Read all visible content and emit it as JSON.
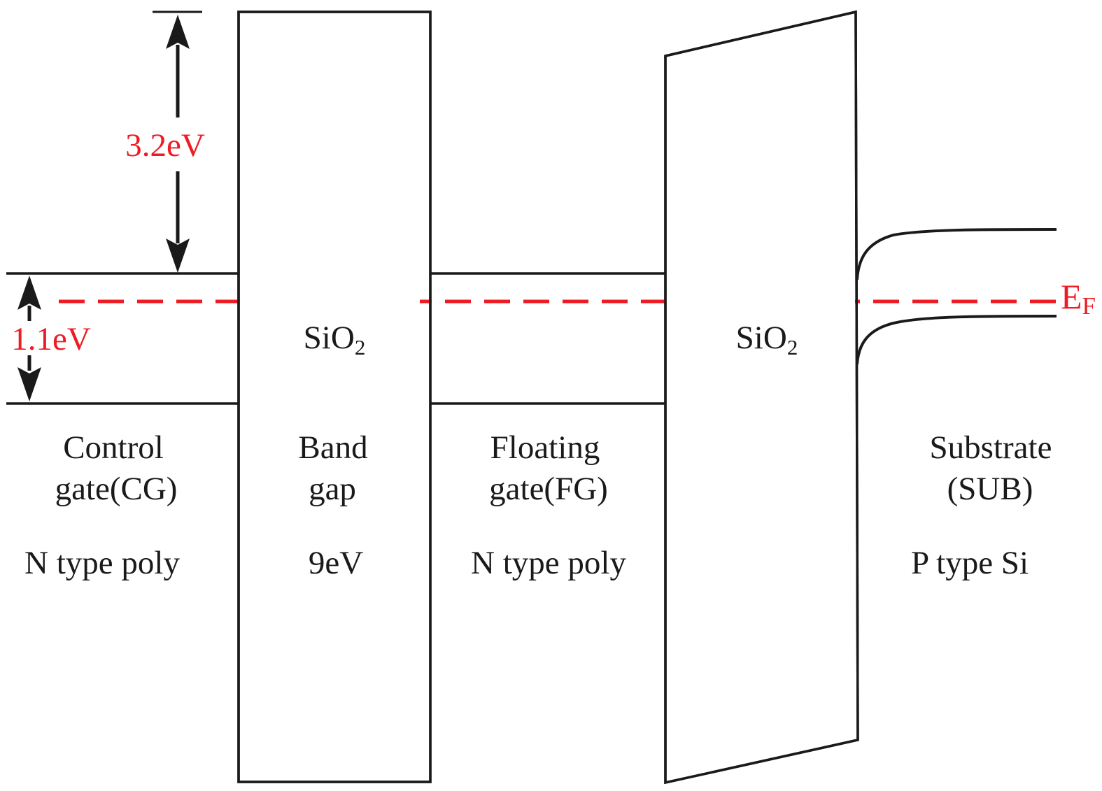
{
  "regions": {
    "control_gate": {
      "label_line1": "Control",
      "label_line2": "gate(CG)",
      "doping": "N type poly"
    },
    "tunnel_oxide": {
      "material": "SiO",
      "material_subscript": "2",
      "label_line1": "Band",
      "label_line2": "gap",
      "band_gap_value": "9eV"
    },
    "floating_gate": {
      "label_line1": "Floating",
      "label_line2": "gate(FG)",
      "doping": "N type poly"
    },
    "gate_oxide": {
      "material": "SiO",
      "material_subscript": "2"
    },
    "substrate": {
      "label_line1": "Substrate",
      "label_line2": "(SUB)",
      "doping": "P type Si"
    }
  },
  "annotations": {
    "oxide_barrier": "3.2eV",
    "silicon_band_gap": "1.1eV",
    "fermi_level": "E",
    "fermi_level_subscript": "F"
  },
  "colors": {
    "line_black": "#1a1a1a",
    "accent_red": "#ed1c24",
    "background": "#ffffff"
  }
}
